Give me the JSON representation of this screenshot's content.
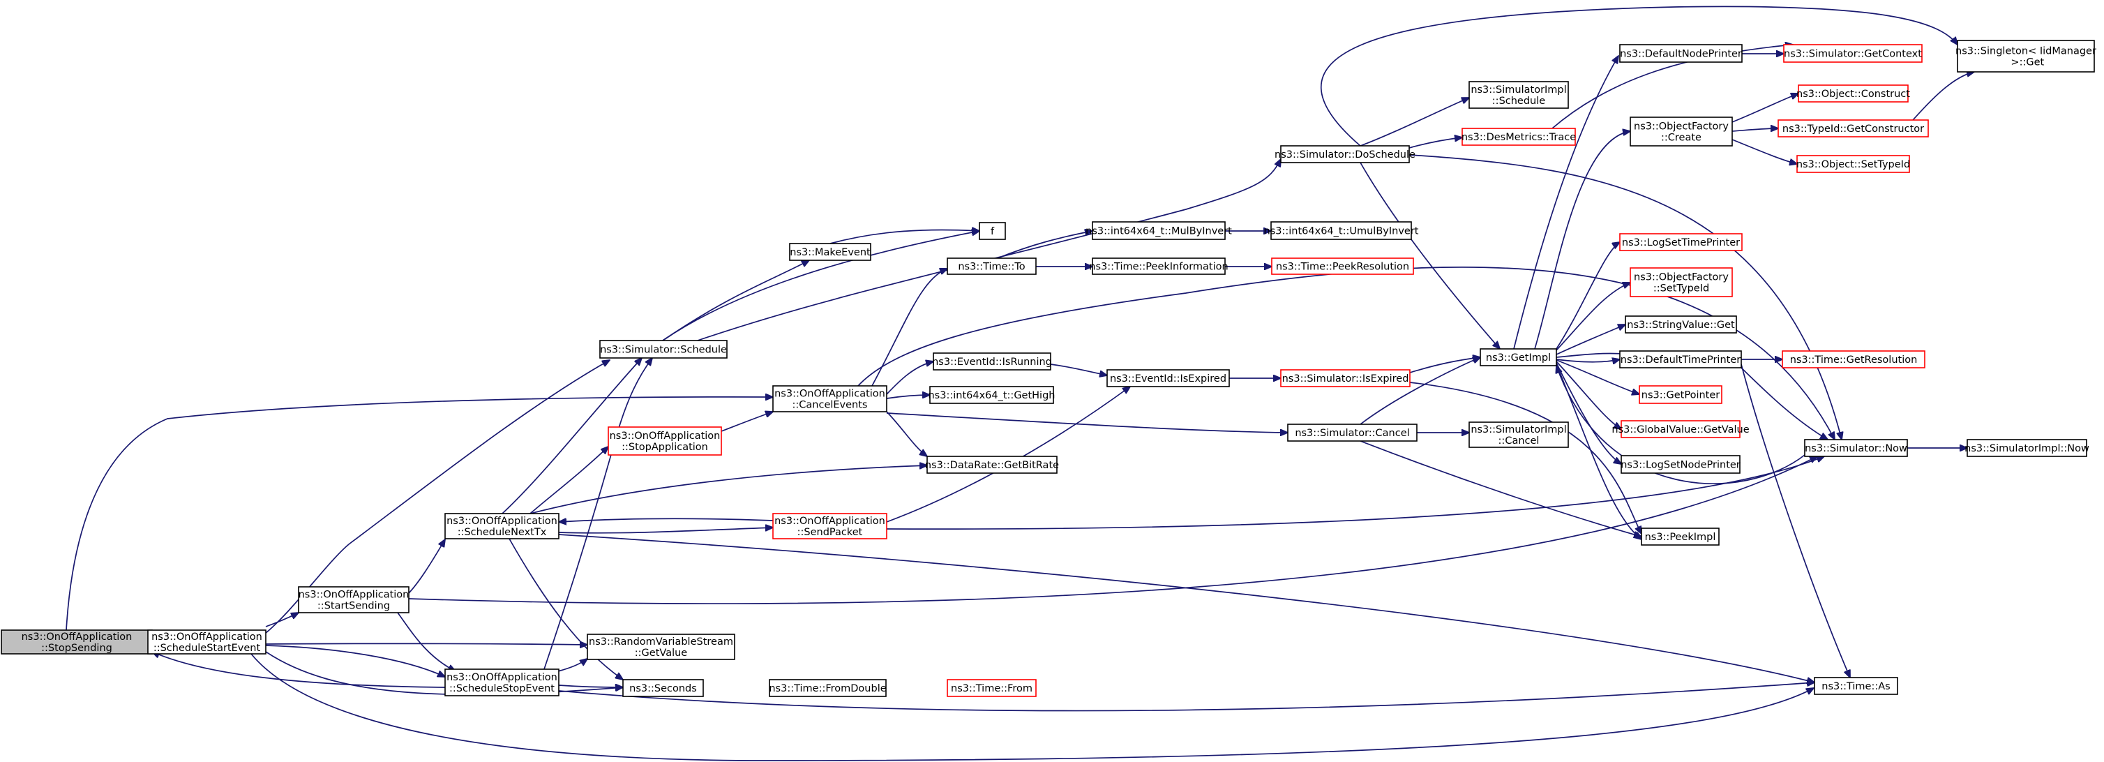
{
  "graph": {
    "edge_color": "#191970",
    "node_border_color": "#000000",
    "unresolved_border_color": "#ff0000",
    "focus_fill_color": "#bfbfbf",
    "nodes": [
      {
        "id": "stopSending",
        "lines": [
          "ns3::OnOffApplication",
          "::StopSending"
        ],
        "style": "focus"
      },
      {
        "id": "scheduleStartEvent",
        "lines": [
          "ns3::OnOffApplication",
          "::ScheduleStartEvent"
        ],
        "style": "normal"
      },
      {
        "id": "startSending",
        "lines": [
          "ns3::OnOffApplication",
          "::StartSending"
        ],
        "style": "normal"
      },
      {
        "id": "scheduleStopEvent",
        "lines": [
          "ns3::OnOffApplication",
          "::ScheduleStopEvent"
        ],
        "style": "normal"
      },
      {
        "id": "scheduleNextTx",
        "lines": [
          "ns3::OnOffApplication",
          "::ScheduleNextTx"
        ],
        "style": "normal"
      },
      {
        "id": "stopApplication",
        "lines": [
          "ns3::OnOffApplication",
          "::StopApplication"
        ],
        "style": "red"
      },
      {
        "id": "simSchedule",
        "lines": [
          "ns3::Simulator::Schedule"
        ],
        "style": "normal"
      },
      {
        "id": "cancelEvents",
        "lines": [
          "ns3::OnOffApplication",
          "::CancelEvents"
        ],
        "style": "normal"
      },
      {
        "id": "sendPacket",
        "lines": [
          "ns3::OnOffApplication",
          "::SendPacket"
        ],
        "style": "red"
      },
      {
        "id": "rvsGetValue",
        "lines": [
          "ns3::RandomVariableStream",
          "::GetValue"
        ],
        "style": "normal"
      },
      {
        "id": "seconds",
        "lines": [
          "ns3::Seconds"
        ],
        "style": "normal"
      },
      {
        "id": "makeEvent",
        "lines": [
          "ns3::MakeEvent"
        ],
        "style": "normal"
      },
      {
        "id": "f",
        "lines": [
          "f"
        ],
        "style": "normal"
      },
      {
        "id": "timeTo",
        "lines": [
          "ns3::Time::To"
        ],
        "style": "normal"
      },
      {
        "id": "isRunning",
        "lines": [
          "ns3::EventId::IsRunning"
        ],
        "style": "normal"
      },
      {
        "id": "getHigh",
        "lines": [
          "ns3::int64x64_t::GetHigh"
        ],
        "style": "normal"
      },
      {
        "id": "getBitRate",
        "lines": [
          "ns3::DataRate::GetBitRate"
        ],
        "style": "normal"
      },
      {
        "id": "fromDouble",
        "lines": [
          "ns3::Time::FromDouble"
        ],
        "style": "normal"
      },
      {
        "id": "timeFrom",
        "lines": [
          "ns3::Time::From"
        ],
        "style": "red"
      },
      {
        "id": "mulByInvert",
        "lines": [
          "ns3::int64x64_t::MulByInvert"
        ],
        "style": "normal"
      },
      {
        "id": "peekInformation",
        "lines": [
          "ns3::Time::PeekInformation"
        ],
        "style": "normal"
      },
      {
        "id": "isExpired",
        "lines": [
          "ns3::EventId::IsExpired"
        ],
        "style": "normal"
      },
      {
        "id": "doSchedule",
        "lines": [
          "ns3::Simulator::DoSchedule"
        ],
        "style": "normal"
      },
      {
        "id": "simCancel",
        "lines": [
          "ns3::Simulator::Cancel"
        ],
        "style": "normal"
      },
      {
        "id": "umulByInvert",
        "lines": [
          "ns3::int64x64_t::UmulByInvert"
        ],
        "style": "normal"
      },
      {
        "id": "peekResolution",
        "lines": [
          "ns3::Time::PeekResolution"
        ],
        "style": "red"
      },
      {
        "id": "simIsExpired",
        "lines": [
          "ns3::Simulator::IsExpired"
        ],
        "style": "red"
      },
      {
        "id": "implSchedule",
        "lines": [
          "ns3::SimulatorImpl",
          "::Schedule"
        ],
        "style": "normal"
      },
      {
        "id": "desTrace",
        "lines": [
          "ns3::DesMetrics::Trace"
        ],
        "style": "red"
      },
      {
        "id": "implCancel",
        "lines": [
          "ns3::SimulatorImpl",
          "::Cancel"
        ],
        "style": "normal"
      },
      {
        "id": "getImpl",
        "lines": [
          "ns3::GetImpl"
        ],
        "style": "normal"
      },
      {
        "id": "defaultNodePrinter",
        "lines": [
          "ns3::DefaultNodePrinter"
        ],
        "style": "normal"
      },
      {
        "id": "ofCreate",
        "lines": [
          "ns3::ObjectFactory",
          "::Create"
        ],
        "style": "normal"
      },
      {
        "id": "logSetTimePrinter",
        "lines": [
          "ns3::LogSetTimePrinter"
        ],
        "style": "red"
      },
      {
        "id": "ofSetTypeId",
        "lines": [
          "ns3::ObjectFactory",
          "::SetTypeId"
        ],
        "style": "red"
      },
      {
        "id": "stringValueGet",
        "lines": [
          "ns3::StringValue::Get"
        ],
        "style": "normal"
      },
      {
        "id": "defaultTimePrinter",
        "lines": [
          "ns3::DefaultTimePrinter"
        ],
        "style": "normal"
      },
      {
        "id": "getPointer",
        "lines": [
          "ns3::GetPointer"
        ],
        "style": "red"
      },
      {
        "id": "globalGetValue",
        "lines": [
          "ns3::GlobalValue::GetValue"
        ],
        "style": "red"
      },
      {
        "id": "logSetNodePrinter",
        "lines": [
          "ns3::LogSetNodePrinter"
        ],
        "style": "normal"
      },
      {
        "id": "peekImpl",
        "lines": [
          "ns3::PeekImpl"
        ],
        "style": "normal"
      },
      {
        "id": "getContext",
        "lines": [
          "ns3::Simulator::GetContext"
        ],
        "style": "red"
      },
      {
        "id": "objConstruct",
        "lines": [
          "ns3::Object::Construct"
        ],
        "style": "red"
      },
      {
        "id": "getConstructor",
        "lines": [
          "ns3::TypeId::GetConstructor"
        ],
        "style": "red"
      },
      {
        "id": "objSetTypeId",
        "lines": [
          "ns3::Object::SetTypeId"
        ],
        "style": "red"
      },
      {
        "id": "getResolution",
        "lines": [
          "ns3::Time::GetResolution"
        ],
        "style": "red"
      },
      {
        "id": "simNow",
        "lines": [
          "ns3::Simulator::Now"
        ],
        "style": "normal"
      },
      {
        "id": "implNow",
        "lines": [
          "ns3::SimulatorImpl::Now"
        ],
        "style": "normal"
      },
      {
        "id": "timeAs",
        "lines": [
          "ns3::Time::As"
        ],
        "style": "normal"
      },
      {
        "id": "singletonGet",
        "lines": [
          "ns3::Singleton< IidManager",
          " >::Get"
        ],
        "style": "normal"
      }
    ]
  }
}
